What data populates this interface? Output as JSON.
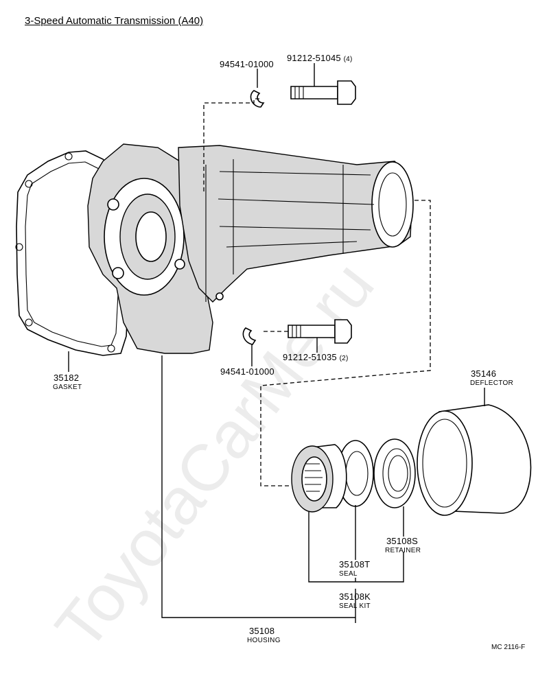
{
  "title": "3-Speed Automatic Transmission (A40)",
  "watermark": "ToyotaCarMe.ru",
  "diagram_code": "MC 2116-F",
  "parts": {
    "washer_top": {
      "number": "94541-01000"
    },
    "bolt_top": {
      "number": "91212-51045",
      "qty": "(4)"
    },
    "bolt_bottom": {
      "number": "91212-51035",
      "qty": "(2)"
    },
    "washer_bottom": {
      "number": "94541-01000"
    },
    "gasket": {
      "number": "35182",
      "name": "GASKET"
    },
    "deflector": {
      "number": "35146",
      "name": "DEFLECTOR"
    },
    "retainer": {
      "number": "35108S",
      "name": "RETAINER"
    },
    "seal": {
      "number": "35108T",
      "name": "SEAL"
    },
    "seal_kit": {
      "number": "35108K",
      "name": "SEAL KIT"
    },
    "housing": {
      "number": "35108",
      "name": "HOUSING"
    }
  }
}
